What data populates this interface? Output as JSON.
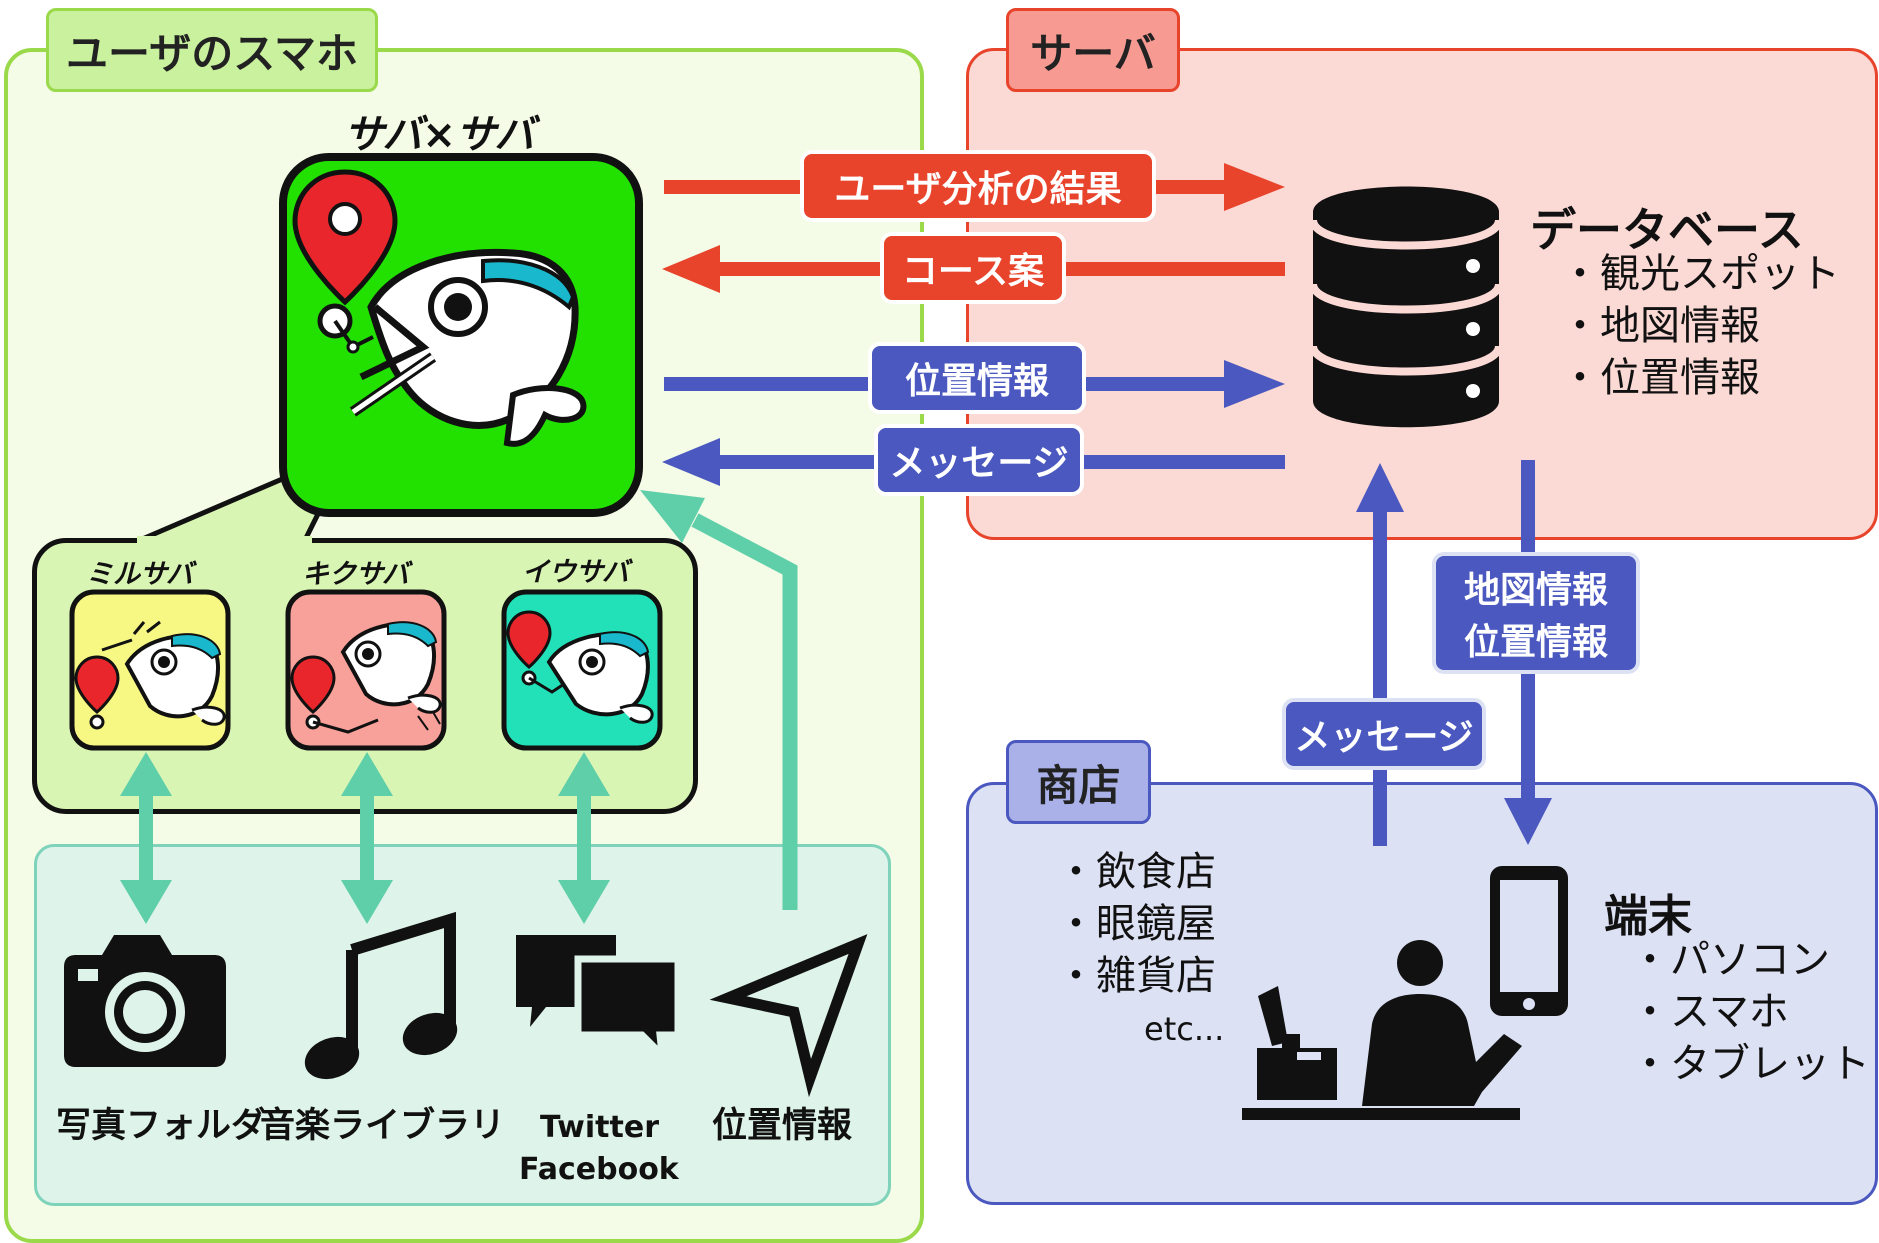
{
  "smartphone": {
    "section_title": "ユーザのスマホ",
    "app_name": "サバ×サバ",
    "sub_apps": [
      "ミルサバ",
      "キクサバ",
      "イウサバ"
    ],
    "sources": {
      "photo": "写真フォルダ",
      "music": "音楽ライブラリ",
      "sns_line1": "Twitter",
      "sns_line2": "Facebook",
      "location": "位置情報"
    }
  },
  "server": {
    "section_title": "サーバ",
    "database_title": "データベース",
    "database_items": [
      "・観光スポット",
      "・地図情報",
      "・位置情報"
    ]
  },
  "flows": {
    "user_analysis": "ユーザ分析の結果",
    "course_plan": "コース案",
    "location_info": "位置情報",
    "message": "メッセージ",
    "map_info_line1": "地図情報",
    "map_info_line2": "位置情報",
    "shop_message": "メッセージ"
  },
  "shop": {
    "section_title": "商店",
    "shop_items": [
      "・飲食店",
      "・眼鏡屋",
      "・雑貨店"
    ],
    "shop_etc": "etc...",
    "terminal_title": "端末",
    "terminal_items": [
      "・パソコン",
      "・スマホ",
      "・タブレット"
    ]
  },
  "colors": {
    "green_region": "#f4fbe6",
    "green_border": "#9ad94a",
    "red_region": "#fbd9d5",
    "red_arrow": "#e8442c",
    "blue_region": "#dde1f4",
    "blue_arrow": "#4a58c0",
    "teal_arrow": "#5fcfaa",
    "app_green": "#22e000"
  }
}
